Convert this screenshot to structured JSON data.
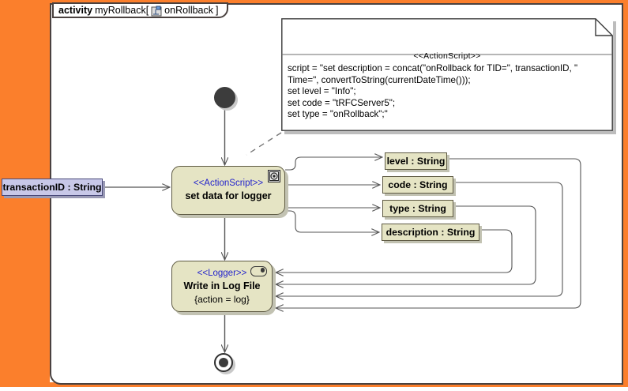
{
  "frame": {
    "keyword": "activity",
    "name": "myRollback[",
    "icon": "activity-icon",
    "operation": "onRollback",
    "close": "]"
  },
  "note": {
    "stereotype": "<<ActionScript>>",
    "script_lines": "script = \"set description = concat(\"onRollback for TID=\", transactionID, \"\nTime=\", convertToString(currentDateTime()));\nset level = \"Info\";\nset code = \"tRFCServer5\";\nset type = \"onRollback\";\""
  },
  "nodes": {
    "set_data": {
      "stereotype": "<<ActionScript>>",
      "name": "set data for logger",
      "icon": "script-gear-icon"
    },
    "logger": {
      "stereotype": "<<Logger>>",
      "name": "Write in Log File",
      "constraint": "{action = log}",
      "icon": "logger-pill-icon"
    },
    "initial": "initial-node",
    "final": "final-node"
  },
  "input_parameter": {
    "label": "transactionID : String"
  },
  "output_parameters": [
    {
      "label": "level : String"
    },
    {
      "label": "code : String"
    },
    {
      "label": "type : String"
    },
    {
      "label": "description : String"
    }
  ],
  "colors": {
    "selection_orange": "#FB7F2C",
    "node_fill": "#E5E4C4",
    "node_border": "#5e5a43",
    "stereotype_blue": "#2222cc",
    "input_param_fill": "#C8C8E8",
    "frame_border": "#4a4240",
    "canvas": "#ffffff"
  }
}
